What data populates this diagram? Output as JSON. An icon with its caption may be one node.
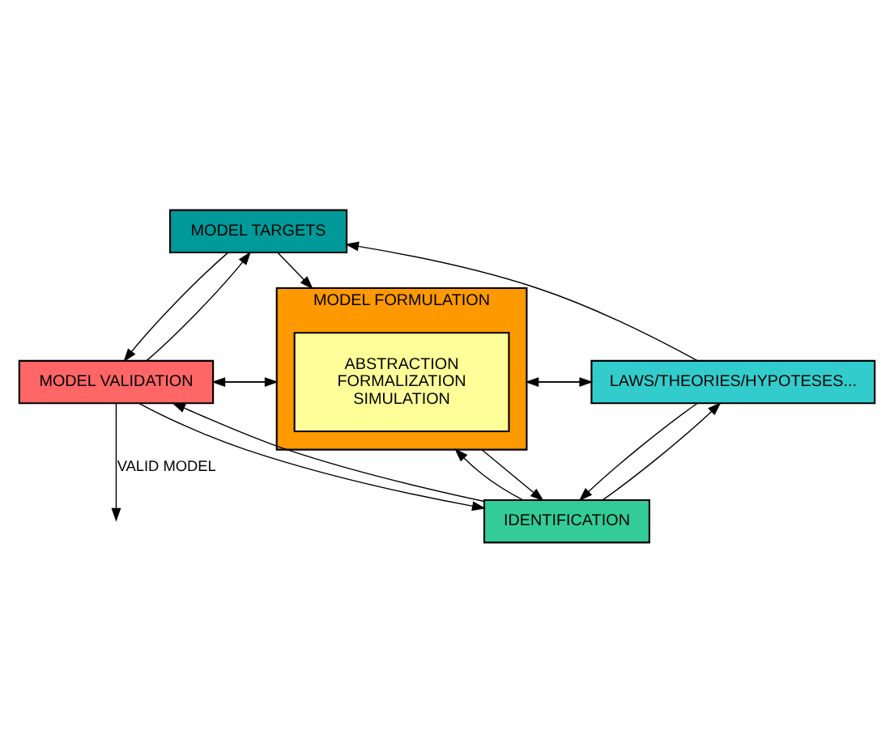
{
  "diagram": {
    "nodes": [
      {
        "text": [
          "MODEL TARGETS"
        ]
      },
      {
        "text": [
          "LAWS/THEORIES/HYPOTESES..."
        ]
      },
      {
        "text": [
          "MODEL FORMULATION"
        ]
      },
      {
        "text": [
          "ABSTRACTION",
          "FORMALIZATION",
          "SIMULATION"
        ],
        "in": 2
      },
      {
        "text": [
          "MODEL VALIDATION"
        ]
      },
      {
        "text": [
          "IDENTIFICATION"
        ]
      }
    ],
    "edges": [
      {
        "from": 1,
        "to": 0,
        "arrow": "to"
      },
      {
        "from": 0,
        "to": 4,
        "arrow": "to"
      },
      {
        "from": 4,
        "to": 0,
        "arrow": "to"
      },
      {
        "from": 0,
        "to": 2,
        "arrow": "to"
      },
      {
        "from": 1,
        "to": 2,
        "arrow": "to"
      },
      {
        "from": 2,
        "to": 1,
        "arrow": "to"
      },
      {
        "from": 2,
        "to": 4,
        "arrow": "to"
      },
      {
        "from": 4,
        "to": 2,
        "arrow": "to"
      },
      {
        "from": 2,
        "to": 5,
        "arrow": "to"
      },
      {
        "from": 5,
        "to": 2,
        "arrow": "to"
      },
      {
        "from": 1,
        "to": 5,
        "arrow": "to"
      },
      {
        "from": 5,
        "to": 1,
        "arrow": "to"
      },
      {
        "from": 5,
        "to": 4,
        "arrow": "to"
      },
      {
        "from": 4,
        "to": 5,
        "arrow": "to"
      },
      {
        "from": 4,
        "to": null,
        "label": "VALID MODEL",
        "arrow": "to"
      }
    ]
  }
}
